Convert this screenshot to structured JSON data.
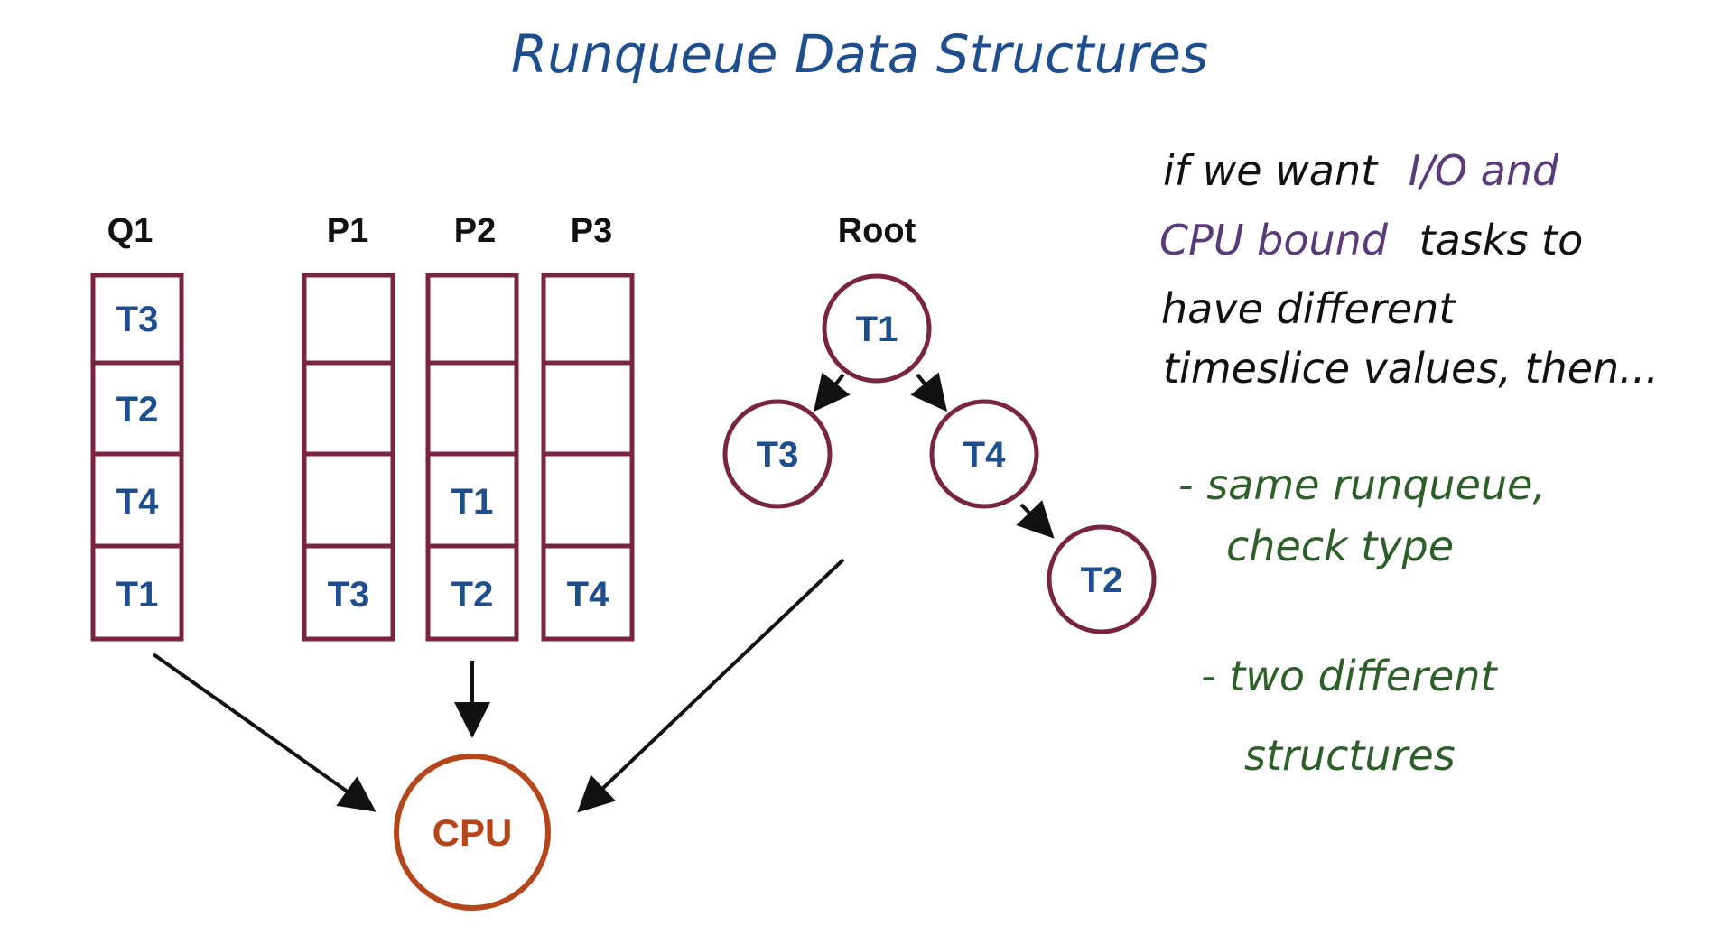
{
  "title": "Runqueue Data Structures",
  "colors": {
    "title": "#1f4e8c",
    "box": "#7a2540",
    "task_text": "#1f4e8c",
    "cpu": "#b5451b",
    "note_black": "#111111",
    "note_purple": "#5b3a7a",
    "note_green": "#2e5e2a"
  },
  "queue": {
    "label": "Q1",
    "slots": [
      "T3",
      "T2",
      "T4",
      "T1"
    ]
  },
  "priority_queues": [
    {
      "label": "P1",
      "slots": [
        "",
        "",
        "",
        "T3"
      ]
    },
    {
      "label": "P2",
      "slots": [
        "",
        "",
        "T1",
        "T2"
      ]
    },
    {
      "label": "P3",
      "slots": [
        "",
        "",
        "",
        "T4"
      ]
    }
  ],
  "tree": {
    "label": "Root",
    "nodes": {
      "root": "T1",
      "left": "T3",
      "right": "T4",
      "right_child": "T2"
    }
  },
  "cpu": {
    "label": "CPU"
  },
  "notes": {
    "line1_prefix": "if we want",
    "line1_highlight": "I/O and",
    "line2_highlight": "CPU bound",
    "line2_suffix": "tasks to",
    "line3": "have different",
    "line4": "timeslice values, then...",
    "bullet1_line1": "- same runqueue,",
    "bullet1_line2": "check type",
    "bullet2_line1": "- two different",
    "bullet2_line2": "structures"
  }
}
